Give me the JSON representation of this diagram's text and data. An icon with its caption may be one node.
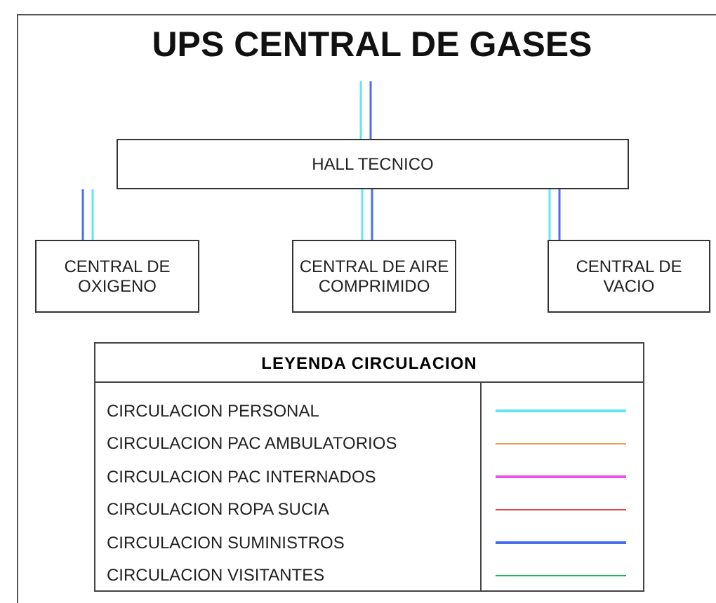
{
  "diagram": {
    "title": "UPS CENTRAL DE GASES",
    "nodes": [
      {
        "text": [
          "HALL TECNICO"
        ]
      },
      {
        "text": [
          "CENTRAL DE OXIGENO"
        ]
      },
      {
        "text": [
          "CENTRAL DE AIRE COMPRIMIDO"
        ]
      },
      {
        "text": [
          "CENTRAL DE VACIO"
        ]
      }
    ],
    "edges": [
      {
        "from": null,
        "to": 0,
        "arrow": "none",
        "color": "#5fe6f0"
      },
      {
        "from": null,
        "to": 0,
        "arrow": "none",
        "color": "#4a6cf0"
      },
      {
        "from": 0,
        "to": 1,
        "arrow": "none",
        "color": "#4a6cf0"
      },
      {
        "from": 0,
        "to": 1,
        "arrow": "none",
        "color": "#5fe6f0"
      },
      {
        "from": 0,
        "to": 2,
        "arrow": "none",
        "color": "#5fe6f0"
      },
      {
        "from": 0,
        "to": 2,
        "arrow": "none",
        "color": "#4a6cf0"
      },
      {
        "from": 0,
        "to": 3,
        "arrow": "none",
        "color": "#5fe6f0"
      },
      {
        "from": 0,
        "to": 3,
        "arrow": "none",
        "color": "#4a6cf0"
      }
    ],
    "labels": [
      "LEYENDA CIRCULACION"
    ],
    "legend": [
      {
        "text": "CIRCULACION PERSONAL",
        "color": "#5fe6f0"
      },
      {
        "text": "CIRCULACION PAC AMBULATORIOS",
        "color": "#f5a050"
      },
      {
        "text": "CIRCULACION PAC INTERNADOS",
        "color": "#f050e8"
      },
      {
        "text": "CIRCULACION ROPA SUCIA",
        "color": "#e04848"
      },
      {
        "text": "CIRCULACION SUMINISTROS",
        "color": "#4a6cf0"
      },
      {
        "text": "CIRCULACION VISITANTES",
        "color": "#20b060"
      }
    ]
  }
}
